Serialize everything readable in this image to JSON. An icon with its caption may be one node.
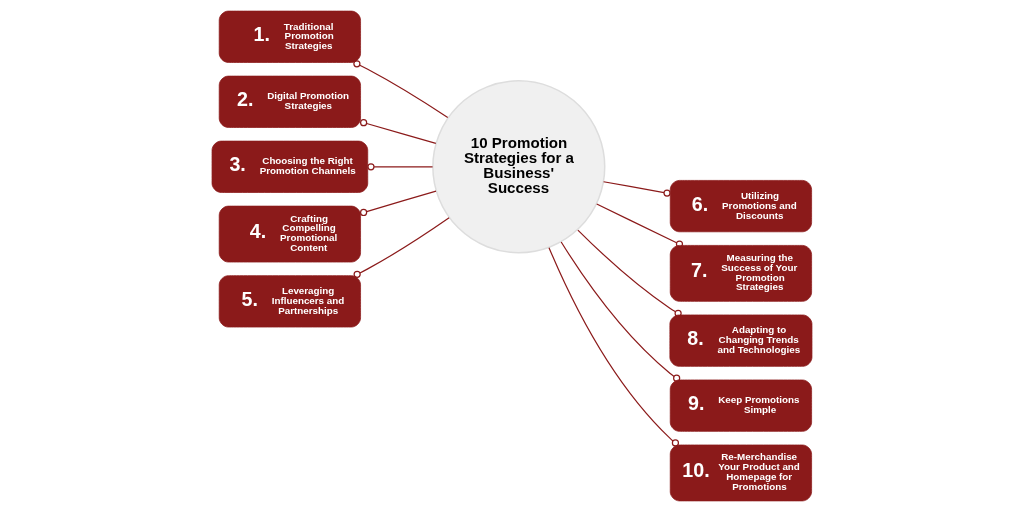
{
  "diagram": {
    "nodes": [
      {
        "text": [
          "10 Promotion Strategies for a Business' Success"
        ]
      },
      {
        "text": [
          "1.",
          "Traditional Promotion Strategies"
        ]
      },
      {
        "text": [
          "2.",
          "Digital Promotion Strategies"
        ]
      },
      {
        "text": [
          "3.",
          "Choosing the Right Promotion Channels"
        ]
      },
      {
        "text": [
          "4.",
          "Crafting Compelling Promotional Content"
        ]
      },
      {
        "text": [
          "5.",
          "Leveraging Influencers and Partnerships"
        ]
      },
      {
        "text": [
          "6.",
          "Utilizing Promotions and Discounts"
        ]
      },
      {
        "text": [
          "7.",
          "Measuring the Success of Your Promotion Strategies"
        ]
      },
      {
        "text": [
          "8.",
          "Adapting to Changing Trends and Technologies"
        ]
      },
      {
        "text": [
          "9.",
          "Keep Promotions Simple"
        ]
      },
      {
        "text": [
          "10.",
          "Re-Merchandise Your Product and Homepage for Promotions"
        ]
      }
    ],
    "edges": [
      {
        "from": 1,
        "to": 0,
        "arrow": "other"
      },
      {
        "from": 2,
        "to": 0,
        "arrow": "other"
      },
      {
        "from": 3,
        "to": 0,
        "arrow": "other"
      },
      {
        "from": 4,
        "to": 0,
        "arrow": "other"
      },
      {
        "from": 5,
        "to": 0,
        "arrow": "other"
      },
      {
        "from": 6,
        "to": 0,
        "arrow": "other"
      },
      {
        "from": 7,
        "to": 0,
        "arrow": "other"
      },
      {
        "from": 8,
        "to": 0,
        "arrow": "other"
      },
      {
        "from": 9,
        "to": 0,
        "arrow": "other"
      },
      {
        "from": 10,
        "to": 0,
        "arrow": "other"
      }
    ]
  }
}
